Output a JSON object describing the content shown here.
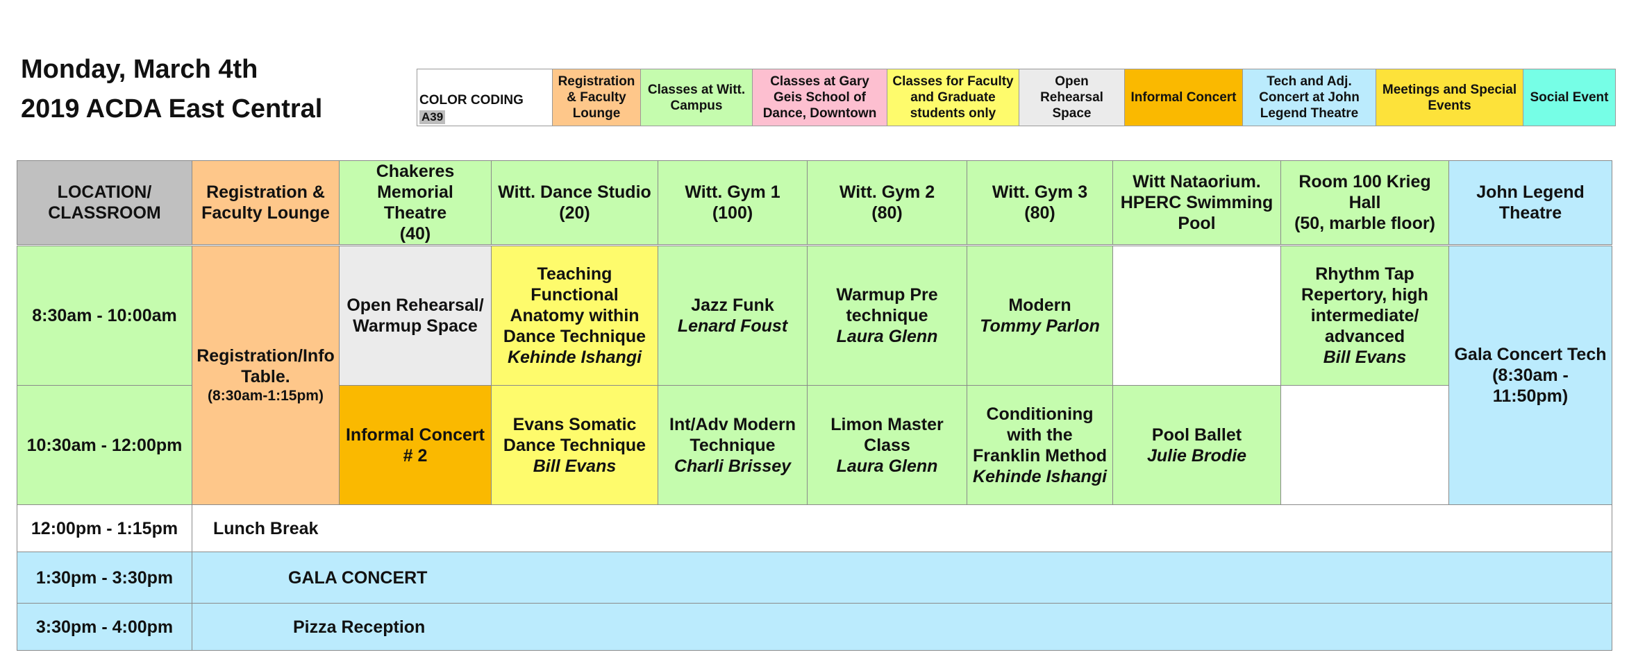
{
  "title": {
    "line1": "Monday, March 4th",
    "line2": "2019 ACDA East Central"
  },
  "legend": {
    "heading": "COLOR CODING",
    "code": "A39",
    "items": [
      {
        "label": "Registration & Faculty Lounge",
        "color": "#fec78a"
      },
      {
        "label": "Classes at Witt. Campus",
        "color": "#c5fcae"
      },
      {
        "label": "Classes at Gary Geis School of Dance, Downtown",
        "color": "#fdbfd0"
      },
      {
        "label": "Classes for Faculty and Graduate students only",
        "color": "#fefb6c"
      },
      {
        "label": "Open Rehearsal Space",
        "color": "#ebebeb"
      },
      {
        "label": "Informal Concert",
        "color": "#fab900"
      },
      {
        "label": "Tech and Adj. Concert at John Legend Theatre",
        "color": "#bbebfd"
      },
      {
        "label": "Meetings and Special Events",
        "color": "#fde23a"
      },
      {
        "label": "Social Event",
        "color": "#76fee6"
      }
    ]
  },
  "header": {
    "location": "LOCATION/ CLASSROOM",
    "registration": "Registration  & Faculty Lounge",
    "chakeres": {
      "name": "Chakeres Memorial Theatre",
      "cap": "(40)"
    },
    "dance_studio": {
      "name": "Witt. Dance Studio",
      "cap": "(20)"
    },
    "gym1": {
      "name": "Witt. Gym 1",
      "cap": "(100)"
    },
    "gym2": {
      "name": "Witt. Gym 2",
      "cap": "(80)"
    },
    "gym3": {
      "name": "Witt. Gym 3",
      "cap": "(80)"
    },
    "pool": "Witt Nataorium. HPERC  Swimming Pool",
    "krieg": {
      "name": "Room 100 Krieg Hall",
      "cap": "(50, marble floor)"
    },
    "legend_theatre": "John Legend Theatre"
  },
  "schedule": {
    "slot1_time": "8:30am - 10:00am",
    "slot2_time": "10:30am - 12:00pm",
    "registration": {
      "title": "Registration/Info Table.",
      "time": "(8:30am-1:15pm)"
    },
    "chakeres_1": "Open Rehearsal/ Warmup Space",
    "chakeres_2": "Informal Concert # 2",
    "studio_1": {
      "title": "Teaching Functional Anatomy within Dance Technique",
      "teacher": "Kehinde Ishangi"
    },
    "studio_2": {
      "title": "Evans Somatic Dance Technique",
      "teacher": "Bill Evans"
    },
    "gym1_1": {
      "title": "Jazz Funk",
      "teacher": "Lenard Foust"
    },
    "gym1_2": {
      "title": "Int/Adv Modern Technique",
      "teacher": "Charli Brissey"
    },
    "gym2_1": {
      "title": "Warmup Pre technique",
      "teacher": "Laura Glenn"
    },
    "gym2_2": {
      "title": "Limon Master Class",
      "teacher": "Laura Glenn"
    },
    "gym3_1": {
      "title": "Modern",
      "teacher": "Tommy Parlon"
    },
    "gym3_2": {
      "title": "Conditioning with the Franklin Method",
      "teacher": "Kehinde Ishangi"
    },
    "pool_2": {
      "title": "Pool Ballet",
      "teacher": "Julie Brodie"
    },
    "krieg_1": {
      "title": "Rhythm Tap Repertory, high intermediate/ advanced",
      "teacher": "Bill Evans"
    },
    "theatre": {
      "title": "Gala Concert Tech",
      "time": "(8:30am - 11:50pm)"
    },
    "lunch_time": "12:00pm - 1:15pm",
    "lunch_label": "Lunch Break",
    "gala_time": "1:30pm - 3:30pm",
    "gala_label": "GALA  CONCERT",
    "pizza_time": "3:30pm - 4:00pm",
    "pizza_label": "Pizza  Reception"
  }
}
